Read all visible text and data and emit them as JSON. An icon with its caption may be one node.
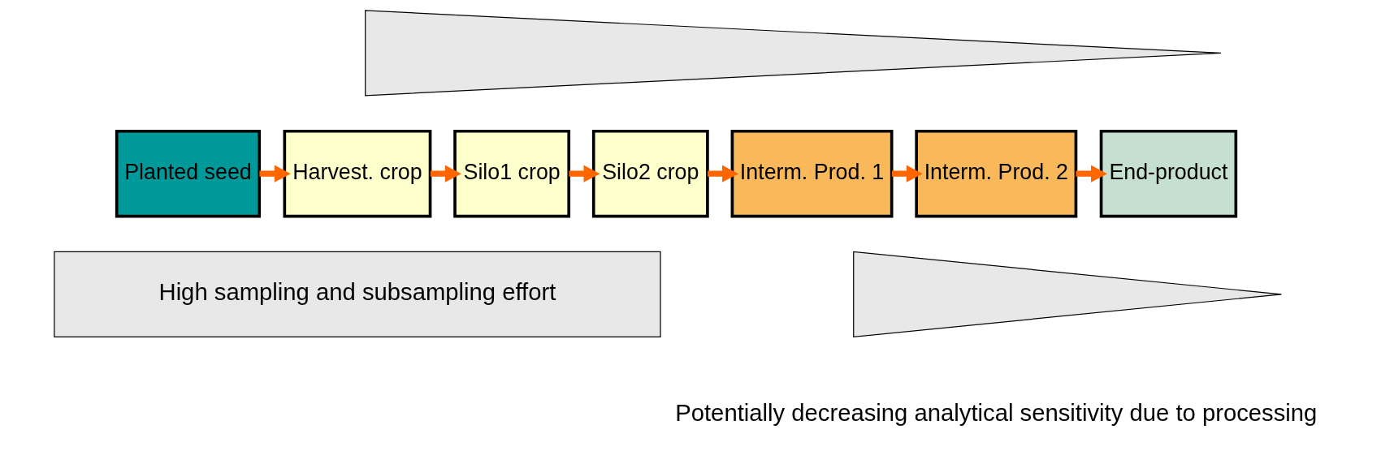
{
  "diagram": {
    "nodes": [
      {
        "text": [],
        "shape": "triangle"
      },
      {
        "text": [
          "Planted seed"
        ]
      },
      {
        "text": [
          "Harvest. crop"
        ]
      },
      {
        "text": [
          "Silo1 crop"
        ]
      },
      {
        "text": [
          "Silo2 crop"
        ]
      },
      {
        "text": [
          "Interm. Prod. 1"
        ]
      },
      {
        "text": [
          "Interm. Prod. 2"
        ]
      },
      {
        "text": [
          "End-product"
        ]
      },
      {
        "text": [
          "High sampling and subsampling effort"
        ]
      },
      {
        "text": [],
        "shape": "triangle",
        "beside": [
          "Potentially decreasing analytical sensitivity due to processing"
        ]
      }
    ],
    "edges": [
      {
        "from": 1,
        "to": 2,
        "arrow": "to"
      },
      {
        "from": 2,
        "to": 3,
        "arrow": "to"
      },
      {
        "from": 3,
        "to": 4,
        "arrow": "to"
      },
      {
        "from": 4,
        "to": 5,
        "arrow": "to"
      },
      {
        "from": 5,
        "to": 6,
        "arrow": "to"
      },
      {
        "from": 6,
        "to": 7,
        "arrow": "to"
      }
    ]
  }
}
